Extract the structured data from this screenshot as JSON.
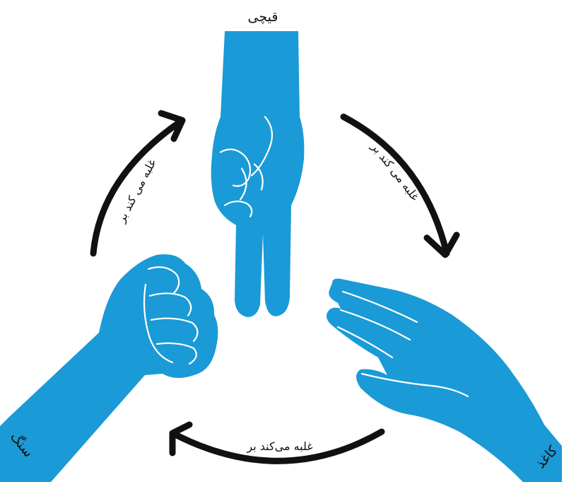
{
  "labels": {
    "scissors": "قیچی",
    "rock": "سنگ",
    "paper": "کاغذ"
  },
  "arrows": {
    "left": "غلبه می کند بر",
    "right": "غلبه می کند بر",
    "bottom": "غلبه می‌کند بر"
  },
  "colors": {
    "hand": "#1a9ad6",
    "arrow": "#111111"
  },
  "icons": [
    "scissors-hand-icon",
    "rock-fist-icon",
    "paper-hand-icon"
  ]
}
